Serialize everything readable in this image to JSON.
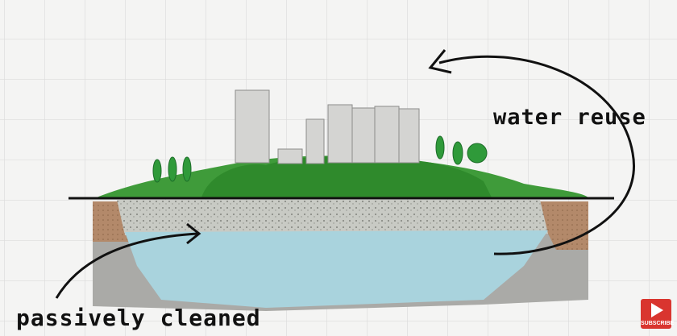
{
  "labels": {
    "water_reuse": "water reuse",
    "passively_cleaned": "passively cleaned"
  },
  "subscribe_button": {
    "label": "SUBSCRIBE",
    "icon": "play-icon",
    "color": "#d9352f"
  },
  "colors": {
    "water": "#a9d3dd",
    "gravel": "#c9cbc6",
    "soil": "#b08a6a",
    "rock": "#a9a9a6",
    "grass": "#3f9b3a"
  }
}
